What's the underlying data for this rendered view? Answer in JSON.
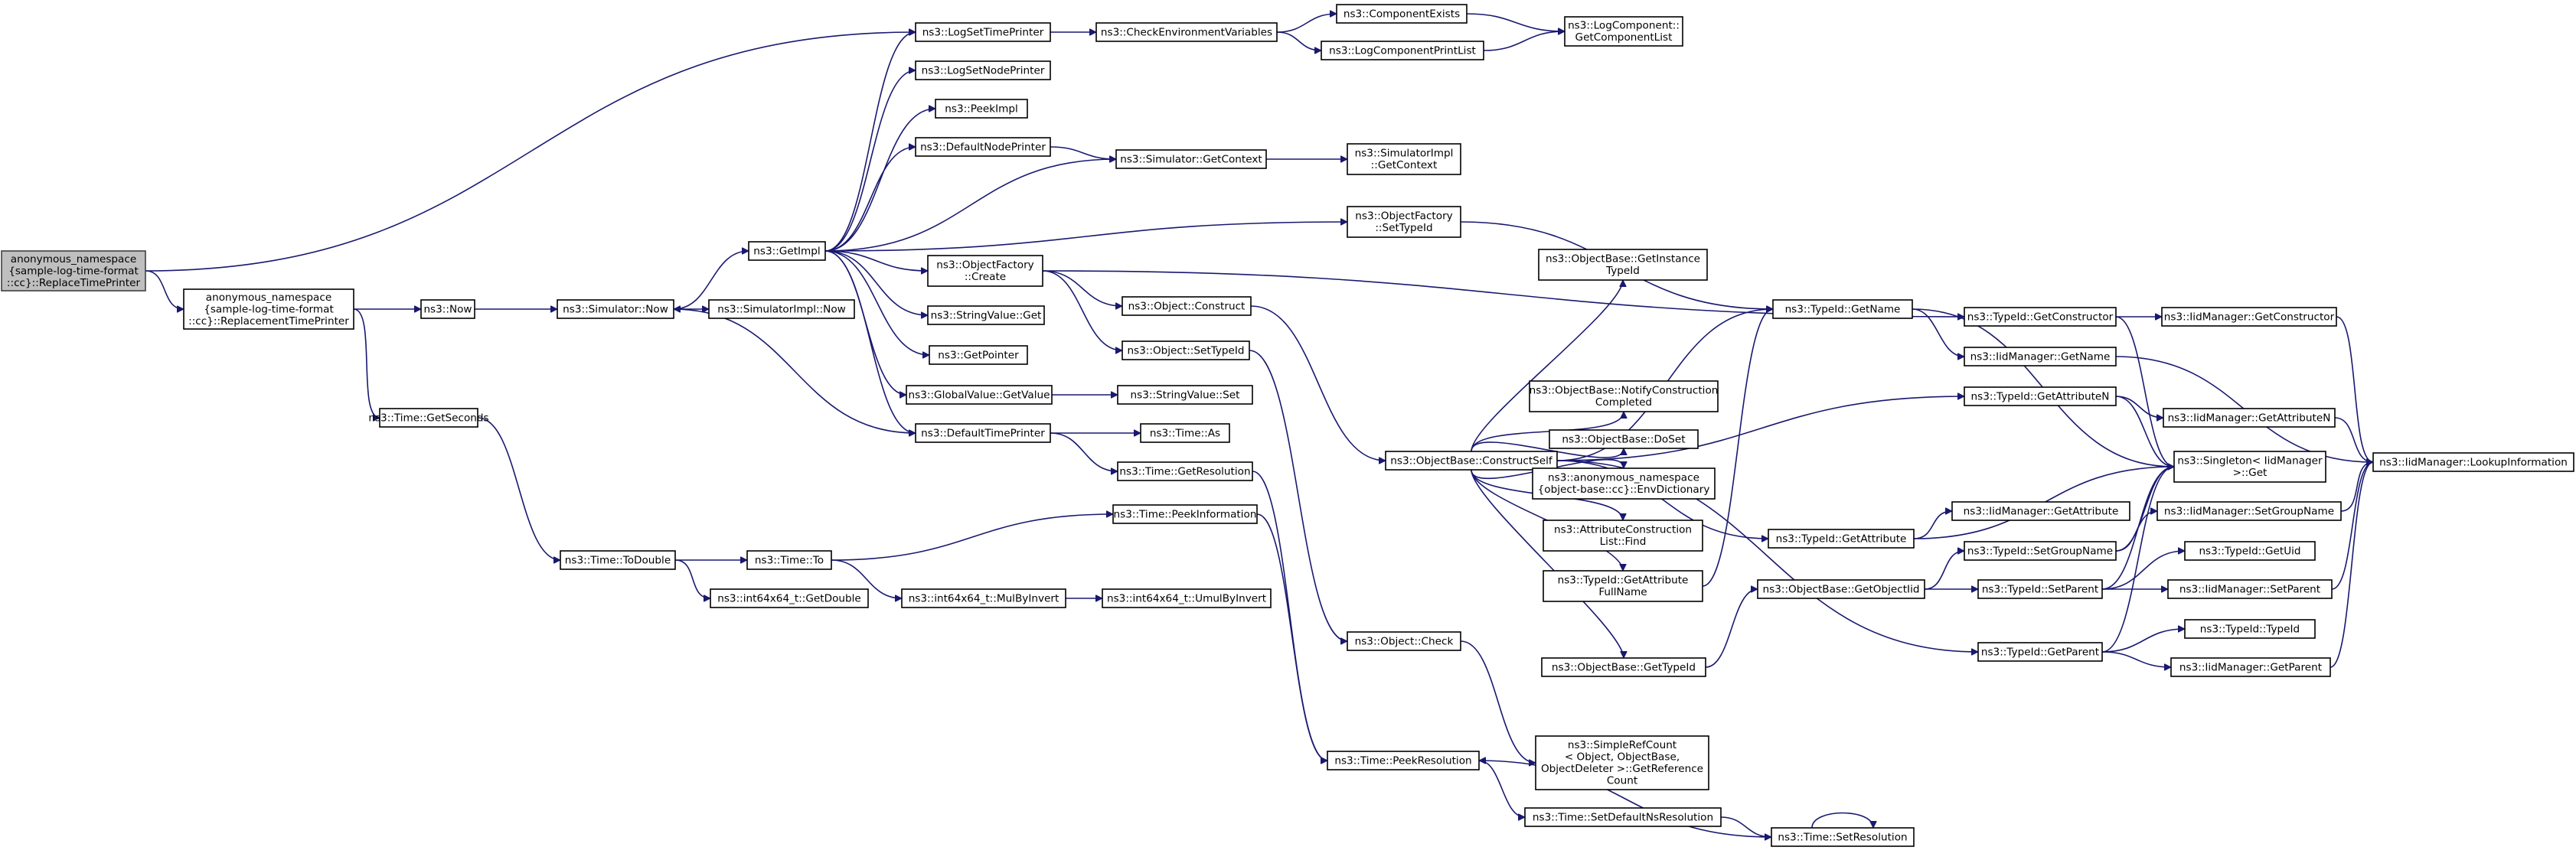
{
  "graph": {
    "nodes": [
      {
        "id": "n1",
        "lines": [
          "anonymous_namespace",
          "{sample-log-time-format",
          "::cc}::ReplaceTimePrinter"
        ],
        "root": true
      },
      {
        "id": "n2",
        "lines": [
          "anonymous_namespace",
          "{sample-log-time-format",
          "::cc}::ReplacementTimePrinter"
        ]
      },
      {
        "id": "n3",
        "lines": [
          "ns3::LogSetTimePrinter"
        ]
      },
      {
        "id": "n4",
        "lines": [
          "ns3::Now"
        ]
      },
      {
        "id": "n5",
        "lines": [
          "ns3::Time::GetSeconds"
        ]
      },
      {
        "id": "n6",
        "lines": [
          "ns3::CheckEnvironmentVariables"
        ]
      },
      {
        "id": "n7",
        "lines": [
          "ns3::ComponentExists"
        ]
      },
      {
        "id": "n8",
        "lines": [
          "ns3::LogComponentPrintList"
        ]
      },
      {
        "id": "n9",
        "lines": [
          "ns3::LogComponent::",
          "GetComponentList"
        ]
      },
      {
        "id": "n10",
        "lines": [
          "ns3::Simulator::Now"
        ]
      },
      {
        "id": "n11",
        "lines": [
          "ns3::GetImpl"
        ]
      },
      {
        "id": "n12",
        "lines": [
          "ns3::SimulatorImpl::Now"
        ]
      },
      {
        "id": "n13",
        "lines": [
          "ns3::LogSetNodePrinter"
        ]
      },
      {
        "id": "n14",
        "lines": [
          "ns3::PeekImpl"
        ]
      },
      {
        "id": "n15",
        "lines": [
          "ns3::DefaultNodePrinter"
        ]
      },
      {
        "id": "n16",
        "lines": [
          "ns3::Simulator::GetContext"
        ]
      },
      {
        "id": "n17",
        "lines": [
          "ns3::SimulatorImpl",
          "::GetContext"
        ]
      },
      {
        "id": "n18",
        "lines": [
          "ns3::ObjectFactory",
          "::SetTypeId"
        ]
      },
      {
        "id": "n19",
        "lines": [
          "ns3::ObjectFactory",
          "::Create"
        ]
      },
      {
        "id": "n20",
        "lines": [
          "ns3::StringValue::Get"
        ]
      },
      {
        "id": "n21",
        "lines": [
          "ns3::GetPointer"
        ]
      },
      {
        "id": "n22",
        "lines": [
          "ns3::GlobalValue::GetValue"
        ]
      },
      {
        "id": "n23",
        "lines": [
          "ns3::DefaultTimePrinter"
        ]
      },
      {
        "id": "n24",
        "lines": [
          "ns3::Object::Construct"
        ]
      },
      {
        "id": "n25",
        "lines": [
          "ns3::Object::SetTypeId"
        ]
      },
      {
        "id": "n26",
        "lines": [
          "ns3::StringValue::Set"
        ]
      },
      {
        "id": "n27",
        "lines": [
          "ns3::Time::As"
        ]
      },
      {
        "id": "n28",
        "lines": [
          "ns3::Time::GetResolution"
        ]
      },
      {
        "id": "n29",
        "lines": [
          "ns3::Time::ToDouble"
        ]
      },
      {
        "id": "n30",
        "lines": [
          "ns3::Time::To"
        ]
      },
      {
        "id": "n31",
        "lines": [
          "ns3::int64x64_t::GetDouble"
        ]
      },
      {
        "id": "n32",
        "lines": [
          "ns3::int64x64_t::MulByInvert"
        ]
      },
      {
        "id": "n33",
        "lines": [
          "ns3::Time::PeekInformation"
        ]
      },
      {
        "id": "n34",
        "lines": [
          "ns3::int64x64_t::UmulByInvert"
        ]
      },
      {
        "id": "n35",
        "lines": [
          "ns3::ObjectBase::ConstructSelf"
        ]
      },
      {
        "id": "n36",
        "lines": [
          "ns3::Object::Check"
        ]
      },
      {
        "id": "n37",
        "lines": [
          "ns3::Time::PeekResolution"
        ]
      },
      {
        "id": "n38",
        "lines": [
          "ns3::ObjectBase::GetInstance",
          "TypeId"
        ]
      },
      {
        "id": "n39",
        "lines": [
          "ns3::ObjectBase::NotifyConstruction",
          "Completed"
        ]
      },
      {
        "id": "n40",
        "lines": [
          "ns3::ObjectBase::DoSet"
        ]
      },
      {
        "id": "n41",
        "lines": [
          "ns3::anonymous_namespace",
          "{object-base::cc}::EnvDictionary"
        ]
      },
      {
        "id": "n42",
        "lines": [
          "ns3::AttributeConstruction",
          "List::Find"
        ]
      },
      {
        "id": "n43",
        "lines": [
          "ns3::TypeId::GetAttribute",
          "FullName"
        ]
      },
      {
        "id": "n44",
        "lines": [
          "ns3::ObjectBase::GetTypeId"
        ]
      },
      {
        "id": "n45",
        "lines": [
          "ns3::SimpleRefCount",
          "< Object, ObjectBase,",
          "ObjectDeleter >::GetReference",
          "Count"
        ]
      },
      {
        "id": "n46",
        "lines": [
          "ns3::Time::SetDefaultNsResolution"
        ]
      },
      {
        "id": "n47",
        "lines": [
          "ns3::Time::SetResolution"
        ]
      },
      {
        "id": "n48",
        "lines": [
          "ns3::TypeId::GetName"
        ]
      },
      {
        "id": "n49",
        "lines": [
          "ns3::TypeId::GetAttribute"
        ]
      },
      {
        "id": "n50",
        "lines": [
          "ns3::ObjectBase::GetObjectIid"
        ]
      },
      {
        "id": "n51",
        "lines": [
          "ns3::TypeId::GetConstructor"
        ]
      },
      {
        "id": "n52",
        "lines": [
          "ns3::IidManager::GetName"
        ]
      },
      {
        "id": "n53",
        "lines": [
          "ns3::TypeId::GetAttributeN"
        ]
      },
      {
        "id": "n54",
        "lines": [
          "ns3::IidManager::GetAttribute"
        ]
      },
      {
        "id": "n55",
        "lines": [
          "ns3::TypeId::SetGroupName"
        ]
      },
      {
        "id": "n56",
        "lines": [
          "ns3::TypeId::SetParent"
        ]
      },
      {
        "id": "n57",
        "lines": [
          "ns3::TypeId::GetParent"
        ]
      },
      {
        "id": "n58",
        "lines": [
          "ns3::IidManager::GetConstructor"
        ]
      },
      {
        "id": "n59",
        "lines": [
          "ns3::IidManager::GetAttributeN"
        ]
      },
      {
        "id": "n60",
        "lines": [
          "ns3::Singleton< IidManager",
          ">::Get"
        ]
      },
      {
        "id": "n61",
        "lines": [
          "ns3::IidManager::SetGroupName"
        ]
      },
      {
        "id": "n62",
        "lines": [
          "ns3::TypeId::GetUid"
        ]
      },
      {
        "id": "n63",
        "lines": [
          "ns3::IidManager::SetParent"
        ]
      },
      {
        "id": "n64",
        "lines": [
          "ns3::TypeId::TypeId"
        ]
      },
      {
        "id": "n65",
        "lines": [
          "ns3::IidManager::GetParent"
        ]
      },
      {
        "id": "n66",
        "lines": [
          "ns3::IidManager::LookupInformation"
        ]
      }
    ],
    "edges": [
      [
        "n1",
        "n2"
      ],
      [
        "n1",
        "n3"
      ],
      [
        "n2",
        "n4"
      ],
      [
        "n2",
        "n5"
      ],
      [
        "n3",
        "n6"
      ],
      [
        "n6",
        "n7"
      ],
      [
        "n6",
        "n8"
      ],
      [
        "n7",
        "n9"
      ],
      [
        "n8",
        "n9"
      ],
      [
        "n4",
        "n10"
      ],
      [
        "n10",
        "n11"
      ],
      [
        "n10",
        "n12"
      ],
      [
        "n11",
        "n3"
      ],
      [
        "n11",
        "n13"
      ],
      [
        "n11",
        "n14"
      ],
      [
        "n11",
        "n15"
      ],
      [
        "n11",
        "n16"
      ],
      [
        "n11",
        "n18"
      ],
      [
        "n11",
        "n19"
      ],
      [
        "n11",
        "n20"
      ],
      [
        "n11",
        "n21"
      ],
      [
        "n11",
        "n22"
      ],
      [
        "n11",
        "n23"
      ],
      [
        "n15",
        "n16"
      ],
      [
        "n16",
        "n17"
      ],
      [
        "n18",
        "n48"
      ],
      [
        "n19",
        "n51"
      ],
      [
        "n19",
        "n24"
      ],
      [
        "n19",
        "n25"
      ],
      [
        "n22",
        "n26"
      ],
      [
        "n23",
        "n10"
      ],
      [
        "n23",
        "n27"
      ],
      [
        "n23",
        "n28"
      ],
      [
        "n24",
        "n35"
      ],
      [
        "n25",
        "n36"
      ],
      [
        "n28",
        "n37"
      ],
      [
        "n5",
        "n29"
      ],
      [
        "n29",
        "n30"
      ],
      [
        "n29",
        "n31"
      ],
      [
        "n30",
        "n33"
      ],
      [
        "n30",
        "n32"
      ],
      [
        "n32",
        "n34"
      ],
      [
        "n33",
        "n37"
      ],
      [
        "n35",
        "n38"
      ],
      [
        "n35",
        "n48"
      ],
      [
        "n35",
        "n53"
      ],
      [
        "n35",
        "n39"
      ],
      [
        "n35",
        "n40"
      ],
      [
        "n35",
        "n41"
      ],
      [
        "n35",
        "n42"
      ],
      [
        "n35",
        "n43"
      ],
      [
        "n35",
        "n49"
      ],
      [
        "n35",
        "n44"
      ],
      [
        "n35",
        "n57"
      ],
      [
        "n43",
        "n48"
      ],
      [
        "n44",
        "n50"
      ],
      [
        "n36",
        "n45"
      ],
      [
        "n37",
        "n46"
      ],
      [
        "n46",
        "n47"
      ],
      [
        "n47",
        "n37"
      ],
      [
        "n47",
        "n47"
      ],
      [
        "n48",
        "n52"
      ],
      [
        "n48",
        "n60"
      ],
      [
        "n49",
        "n54"
      ],
      [
        "n49",
        "n60"
      ],
      [
        "n50",
        "n55"
      ],
      [
        "n50",
        "n56"
      ],
      [
        "n51",
        "n58"
      ],
      [
        "n51",
        "n60"
      ],
      [
        "n52",
        "n66"
      ],
      [
        "n53",
        "n59"
      ],
      [
        "n53",
        "n60"
      ],
      [
        "n55",
        "n61"
      ],
      [
        "n55",
        "n60"
      ],
      [
        "n56",
        "n62"
      ],
      [
        "n56",
        "n63"
      ],
      [
        "n56",
        "n60"
      ],
      [
        "n57",
        "n64"
      ],
      [
        "n57",
        "n65"
      ],
      [
        "n57",
        "n60"
      ],
      [
        "n58",
        "n66"
      ],
      [
        "n59",
        "n66"
      ],
      [
        "n61",
        "n66"
      ],
      [
        "n63",
        "n66"
      ],
      [
        "n65",
        "n66"
      ]
    ]
  }
}
